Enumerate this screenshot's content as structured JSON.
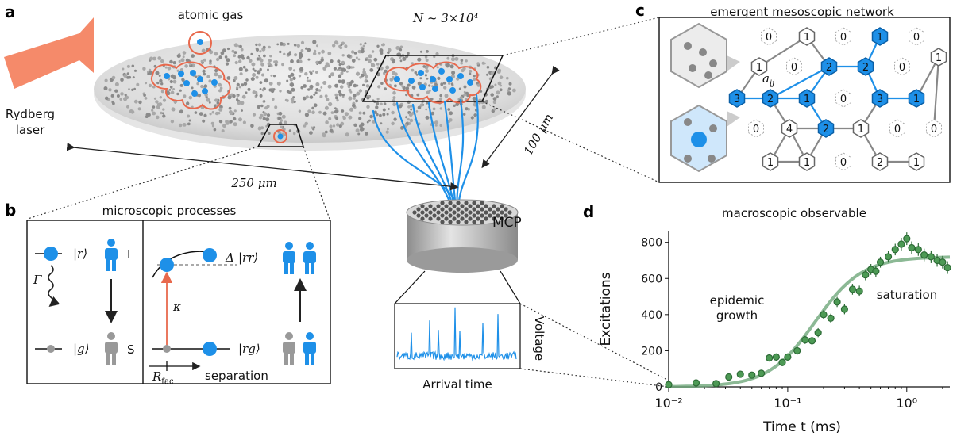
{
  "panel_labels": {
    "a": "a",
    "b": "b",
    "c": "c",
    "d": "d"
  },
  "panel_a": {
    "title": "atomic gas",
    "count": "N ~ 3×10⁴",
    "laser": [
      "Rydberg",
      "laser"
    ],
    "width": "250 μm",
    "depth": "100 μm",
    "detector": "MCP",
    "trace_xlabel": "Arrival time",
    "trace_ylabel": "Voltage"
  },
  "panel_b": {
    "title": "microscopic processes",
    "ket_r": "|r⟩",
    "ket_g": "|g⟩",
    "ket_rr": "|rr⟩",
    "ket_rg": "|rg⟩",
    "gamma": "Γ",
    "kappa": "κ",
    "delta": "Δ",
    "state_i": "I",
    "state_s": "S",
    "r_fac": "R",
    "r_fac_sub": "fac",
    "separation": "separation"
  },
  "panel_c": {
    "title": "emergent mesoscopic network",
    "edge_label": "a",
    "edge_label_sub": "ij",
    "node_values": {
      "top": [
        "0",
        "1",
        "0",
        "1",
        "0"
      ],
      "row2": [
        "1",
        "0",
        "2",
        "2",
        "0",
        "1"
      ],
      "row3": [
        "3",
        "2",
        "1",
        "0",
        "3",
        "1"
      ],
      "row4": [
        "0",
        "4",
        "2",
        "1",
        "0",
        "0"
      ],
      "row5": [
        "1",
        "1",
        "0",
        "2",
        "1"
      ]
    }
  },
  "panel_d": {
    "title": "macroscopic observable",
    "annotation_growth": [
      "epidemic",
      "growth"
    ],
    "annotation_saturation": "saturation"
  },
  "chart_data": {
    "type": "scatter",
    "title": "macroscopic observable",
    "xlabel": "Time t (ms)",
    "ylabel": "Excitations",
    "xscale": "log",
    "xlim": [
      0.01,
      2.3
    ],
    "ylim": [
      0,
      860
    ],
    "xticks": [
      "10⁻²",
      "10⁻¹",
      "10⁰"
    ],
    "yticks": [
      "0",
      "200",
      "400",
      "600",
      "800"
    ],
    "grid": false,
    "colors": {
      "points": "#4d9a55",
      "fit": "#6fa77a"
    },
    "series": [
      {
        "x": [
          0.01,
          0.017,
          0.025,
          0.032,
          0.04,
          0.05,
          0.06,
          0.07,
          0.08,
          0.09,
          0.1,
          0.12,
          0.14,
          0.16,
          0.18,
          0.2,
          0.23,
          0.26,
          0.3,
          0.35,
          0.4,
          0.45,
          0.5,
          0.55,
          0.6,
          0.7,
          0.8,
          0.9,
          1.0,
          1.1,
          1.25,
          1.4,
          1.6,
          1.8,
          2.0,
          2.2
        ],
        "y": [
          12,
          22,
          18,
          55,
          70,
          65,
          75,
          160,
          165,
          135,
          165,
          200,
          260,
          255,
          300,
          400,
          380,
          470,
          430,
          540,
          530,
          620,
          650,
          640,
          690,
          720,
          760,
          790,
          820,
          770,
          760,
          730,
          720,
          700,
          690,
          660
        ],
        "err": [
          12,
          12,
          12,
          15,
          15,
          15,
          15,
          20,
          20,
          20,
          20,
          22,
          22,
          22,
          25,
          25,
          25,
          28,
          28,
          30,
          30,
          30,
          30,
          30,
          30,
          32,
          32,
          35,
          35,
          35,
          35,
          35,
          35,
          35,
          35,
          35
        ]
      }
    ]
  }
}
